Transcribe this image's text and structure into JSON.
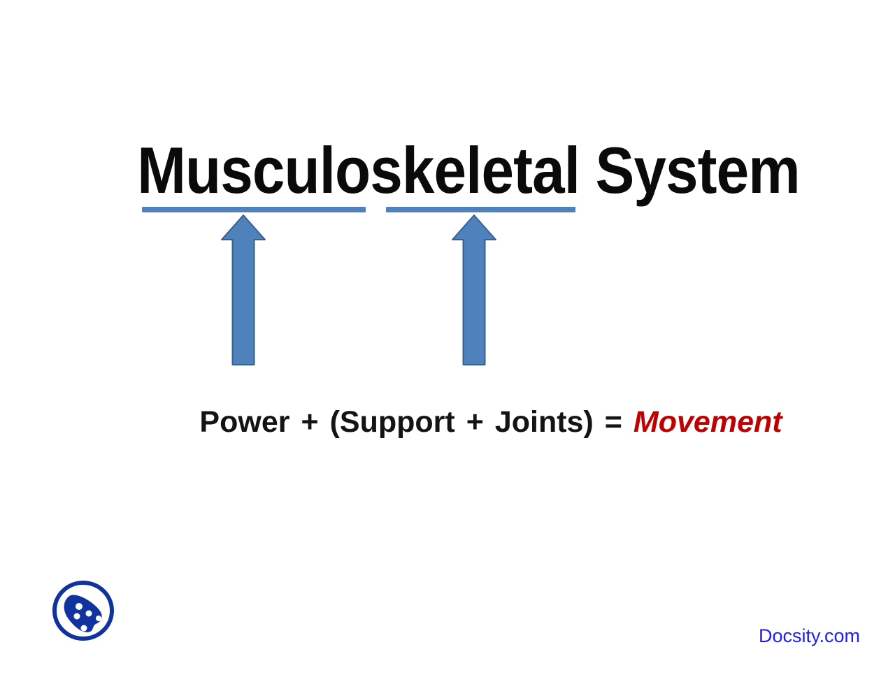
{
  "slide": {
    "title": "Musculoskeletal System",
    "equation": {
      "tokens": [
        "Power",
        "+",
        "(Support",
        "+",
        "Joints)",
        "=",
        "Movement"
      ]
    }
  },
  "branding": {
    "watermark": "Docsity.com",
    "logo": "docsity-logo"
  },
  "icons": {
    "arrow_left": "up-arrow-icon",
    "arrow_right": "up-arrow-icon",
    "logo": "docsity-logo-icon"
  },
  "colors": {
    "accent_blue": "#4F81BD",
    "arrow_border": "#36618F",
    "title_text": "#0A0A0A",
    "equation_text": "#141414",
    "result_red": "#C00000",
    "watermark_blue": "#1C1CFF",
    "logo_navy": "#10339E",
    "background": "#FFFFFF"
  }
}
